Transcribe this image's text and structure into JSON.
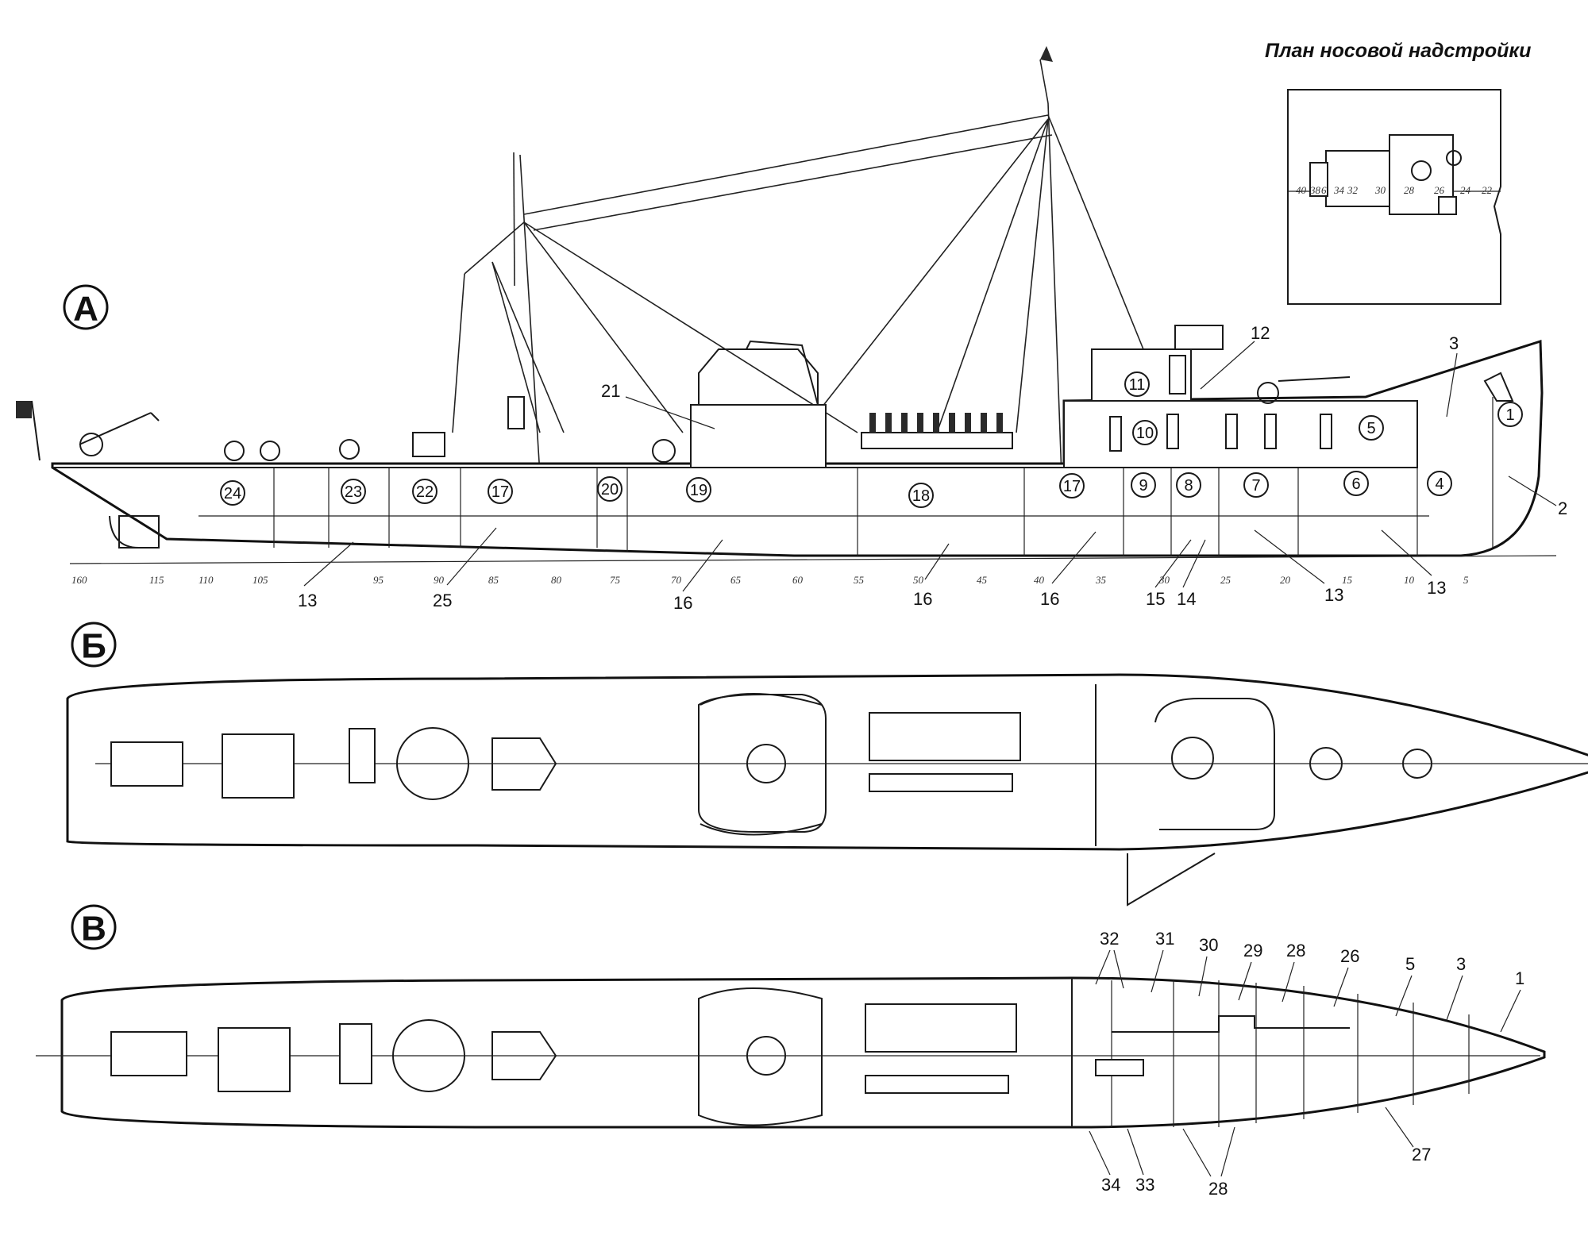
{
  "inset": {
    "title": "План носовой надстройки",
    "frame_labels": [
      "40",
      "38",
      "6",
      "34",
      "32",
      "30",
      "28",
      "26",
      "24",
      "22"
    ]
  },
  "views": {
    "a": {
      "letter": "А"
    },
    "b": {
      "letter": "Б"
    },
    "c": {
      "letter": "В"
    }
  },
  "side_view": {
    "compartments": [
      "1",
      "4",
      "5",
      "6",
      "7",
      "8",
      "9",
      "10",
      "11",
      "17",
      "18",
      "19",
      "20",
      "17",
      "22",
      "23",
      "24"
    ],
    "callouts": [
      "2",
      "3",
      "12",
      "13",
      "13",
      "13",
      "14",
      "15",
      "16",
      "16",
      "16",
      "21",
      "25"
    ],
    "frame_scale": [
      "160",
      "115",
      "110",
      "105",
      "95",
      "90",
      "85",
      "80",
      "75",
      "70",
      "65",
      "60",
      "55",
      "50",
      "45",
      "40",
      "35",
      "30",
      "25",
      "20",
      "15",
      "10",
      "5"
    ]
  },
  "deck_plan_c": {
    "callouts_top": [
      "32",
      "31",
      "30",
      "29",
      "28",
      "26",
      "5",
      "3",
      "1"
    ],
    "callouts_bottom": [
      "34",
      "33",
      "28",
      "27"
    ]
  }
}
